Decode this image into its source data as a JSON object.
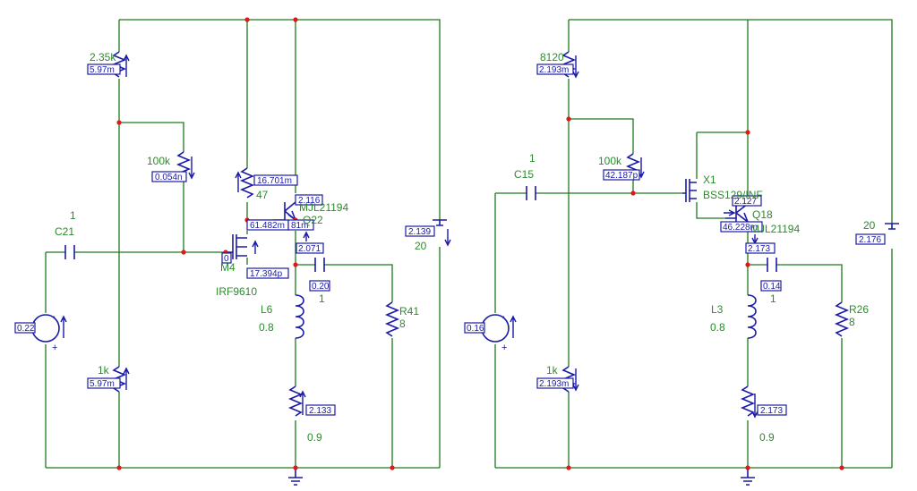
{
  "colors": {
    "wire": "#1d7a1d",
    "component": "#1a1aa8",
    "junction": "#e01818",
    "label": "#2d8a2d",
    "probe": "#1a1aa8"
  },
  "left": {
    "r_top": {
      "value": "2.35k",
      "probe": "5.97m"
    },
    "r_bias": {
      "value": "100k",
      "probe": "0.054n"
    },
    "r_emitter": {
      "value": "47",
      "probe": "16.701m"
    },
    "c_in": {
      "ref": "C21",
      "value": "1"
    },
    "source": {
      "probe": "0.22"
    },
    "r_bottom": {
      "value": "1k",
      "probe": "5.97m"
    },
    "q_bjt": {
      "model": "MJL21194",
      "ref": "Q22"
    },
    "q_bjt_probes": {
      "left": "61.482m",
      "right": "81m",
      "top": "2.116"
    },
    "mosfet": {
      "ref": "M4",
      "model": "IRF9610",
      "gate_probe": "0",
      "bottom_probe": "17.394p"
    },
    "node_out": {
      "probe": "2.071"
    },
    "c_out": {
      "probe": "0.20",
      "value": "1"
    },
    "inductor": {
      "ref": "L6",
      "value": "0.8"
    },
    "load": {
      "ref": "R41",
      "value": "8"
    },
    "r_pot": {
      "probe": "2.133",
      "value": "0.9"
    },
    "battery": {
      "probe": "2.139",
      "value": "20"
    }
  },
  "right": {
    "r_top": {
      "value": "8120",
      "probe": "2.193m"
    },
    "r_bias": {
      "value": "100k",
      "probe": "42.187p"
    },
    "c_in": {
      "ref": "C15",
      "value": "1"
    },
    "source": {
      "probe": "0.16"
    },
    "r_bottom": {
      "value": "1k",
      "probe": "2.193m"
    },
    "mosfet": {
      "ref": "X1",
      "model": "BSS129/INF"
    },
    "q_bjt": {
      "ref": "Q18",
      "model": "MJL21194",
      "probe_top": "2.127",
      "probe_bottom": "46.228m"
    },
    "node_out": {
      "probe": "2.173"
    },
    "c_out": {
      "probe": "0.14",
      "value": "1"
    },
    "inductor": {
      "ref": "L3",
      "value": "0.8"
    },
    "load": {
      "ref": "R26",
      "value": "8"
    },
    "r_pot": {
      "probe": "2.173",
      "value": "0.9"
    },
    "battery": {
      "probe": "2.176",
      "value": "20"
    }
  }
}
